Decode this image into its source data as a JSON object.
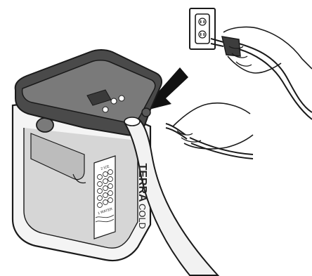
{
  "label": {
    "brand_a": "TERRA",
    "brand_b": "COLD",
    "ice_text": "2 ICE",
    "water_text": "1 WATER"
  },
  "colors": {
    "lid": "#7a7a7a",
    "lid_dark": "#4a4a4a",
    "tank": "#d9d9d9",
    "outline": "#1a1a1a",
    "hose": "#f2f2f2",
    "arrow": "#111111"
  },
  "icons": [
    "power-outlet-icon",
    "plug-icon",
    "arrow-icon",
    "display-icon",
    "button-icon"
  ]
}
